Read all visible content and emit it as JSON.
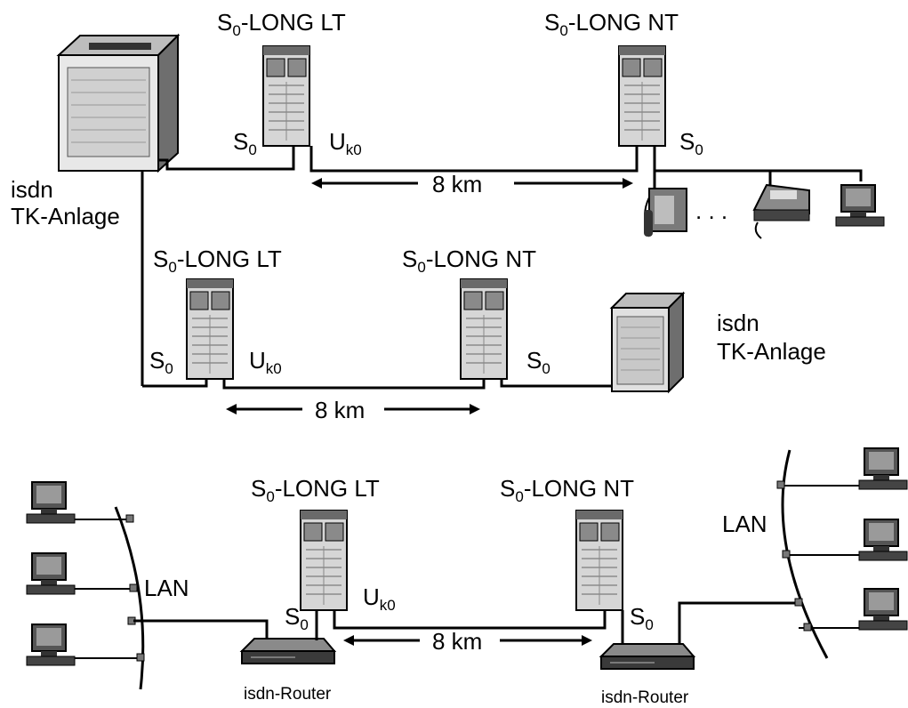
{
  "top": {
    "lt_title": "S0-LONG LT",
    "nt_title": "S0-LONG NT",
    "pbx_label": [
      "isdn",
      "TK-Anlage"
    ],
    "s0_left": "S0",
    "uk0": "Uk0",
    "s0_right": "S0",
    "distance": "8 km",
    "dots": ". . ."
  },
  "middle": {
    "lt_title": "S0-LONG LT",
    "nt_title": "S0-LONG NT",
    "s0_left": "S0",
    "uk0": "Uk0",
    "s0_right": "S0",
    "distance": "8 km",
    "pbx_label": [
      "isdn",
      "TK-Anlage"
    ]
  },
  "bottom": {
    "lt_title": "S0-LONG LT",
    "nt_title": "S0-LONG NT",
    "lan_left": "LAN",
    "lan_right": "LAN",
    "uk0": "Uk0",
    "s0_left": "S0",
    "s0_right": "S0",
    "distance": "8 km",
    "router_left": "isdn-Router",
    "router_right": "isdn-Router"
  }
}
